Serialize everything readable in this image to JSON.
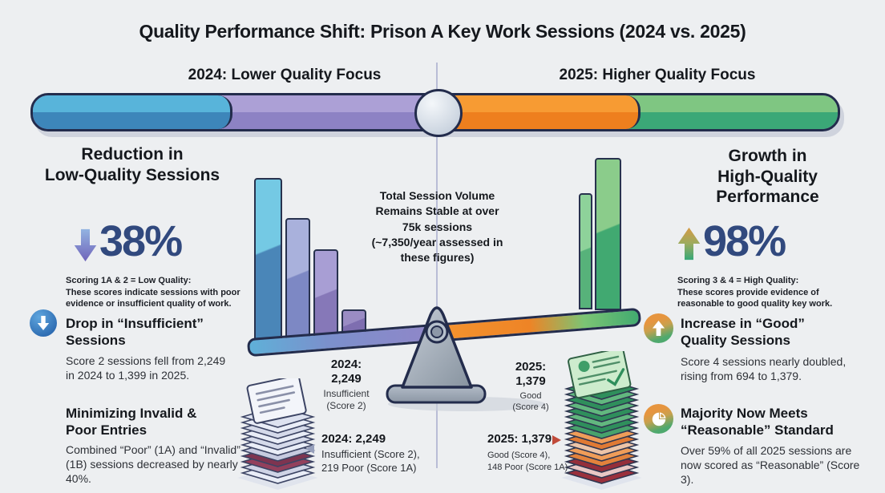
{
  "title": "Quality Performance Shift: Prison A Key Work Sessions (2024 vs. 2025)",
  "axis": {
    "left_header": "2024: Lower Quality Focus",
    "right_header": "2025: Higher Quality Focus"
  },
  "timeline_colors": {
    "blue": "#4798c8",
    "purple": "#9a8fcc",
    "orange": "#f18a26",
    "green": "#52b478",
    "knob": "#dde4ec",
    "outline": "#232c4c"
  },
  "left": {
    "heading": "Reduction in\nLow-Quality Sessions",
    "stat": {
      "value": "38%",
      "direction": "down",
      "arrow_icon": "down-trend-arrow-icon",
      "color": "#31497e"
    },
    "caption": "Scoring 1A & 2 = Low Quality:\nThese scores indicate sessions with poor\nevidence or insufficient quality of work.",
    "sections": [
      {
        "icon": "circle-down-arrow-icon",
        "heading": "Drop in “Insufficient”\nSessions",
        "body": "Score 2 sessions fell from 2,249\nin 2024 to 1,399 in 2025."
      },
      {
        "heading": "Minimizing Invalid &\nPoor Entries",
        "body": "Combined “Poor” (1A) and “Invalid”\n(1B) sessions decreased by nearly\n40%."
      }
    ]
  },
  "right": {
    "heading": "Growth in\nHigh-Quality\nPerformance",
    "stat": {
      "value": "98%",
      "direction": "up",
      "arrow_icon": "up-trend-arrow-icon",
      "color": "#31497e"
    },
    "caption": "Scoring 3 & 4 = High Quality:\nThese scores provide evidence of\nreasonable to good quality key work.",
    "sections": [
      {
        "icon": "circle-up-arrow-icon",
        "heading": "Increase in “Good”\nQuality Sessions",
        "body": "Score 4 sessions nearly doubled,\nrising from 694 to 1,379."
      },
      {
        "icon": "circle-pie-chart-icon",
        "heading": "Majority Now Meets\n“Reasonable” Standard",
        "body": "Over 59% of all 2025 sessions are\nnow scored as “Reasonable” (Score\n3)."
      }
    ]
  },
  "center": {
    "volume_note": "Total Session Volume\nRemains Stable at over\n75k sessions\n(~7,350/year assessed in\nthese figures)",
    "seesaw_labels": {
      "left": {
        "title": "2024:\n2,249",
        "sub": "Insufficient\n(Score 2)"
      },
      "right": {
        "title": "2025:\n1,379",
        "sub": "Good\n(Score 4)"
      }
    },
    "stack_labels": {
      "left": {
        "title": "2024: 2,249",
        "sub": "Insufficient (Score 2),\n219 Poor (Score 1A)"
      },
      "right": {
        "title": "2025: 1,379",
        "sub": "Good (Score 4),\n148 Poor (Score 1A)"
      }
    }
  }
}
